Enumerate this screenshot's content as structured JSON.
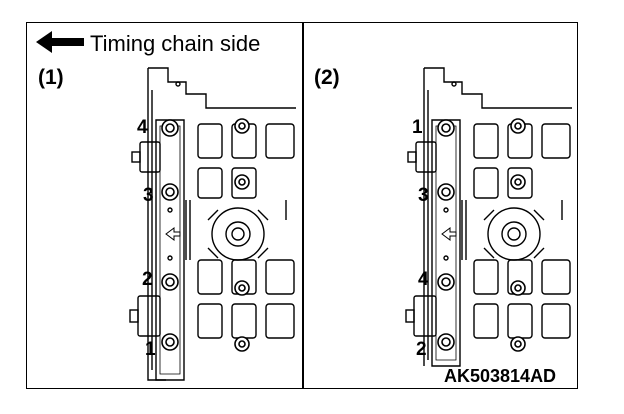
{
  "header": {
    "caption": "Timing chain side"
  },
  "panels": [
    {
      "label": "(1)",
      "bolts": [
        "4",
        "3",
        "2",
        "1"
      ]
    },
    {
      "label": "(2)",
      "bolts": [
        "1",
        "3",
        "4",
        "2"
      ]
    }
  ],
  "figure_code": "AK503814AD"
}
